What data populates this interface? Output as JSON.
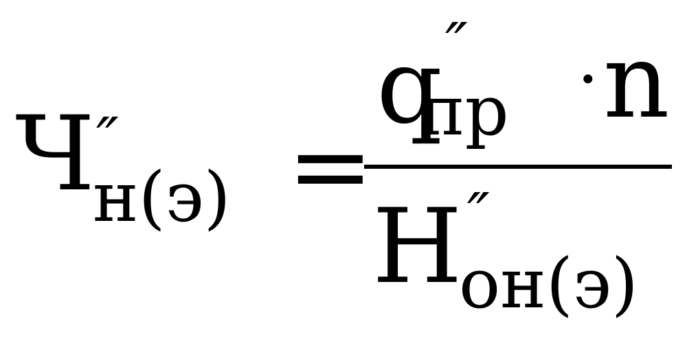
{
  "formula": {
    "lhs": {
      "main": "Ч",
      "prime": "″",
      "subscript": "н(э)"
    },
    "equals": "=",
    "numerator": {
      "main": "q",
      "prime": "″",
      "subscript": "пр",
      "operator": "·",
      "factor": "n"
    },
    "denominator": {
      "main": "Н",
      "prime": "″",
      "subscript": "он(э)"
    }
  }
}
